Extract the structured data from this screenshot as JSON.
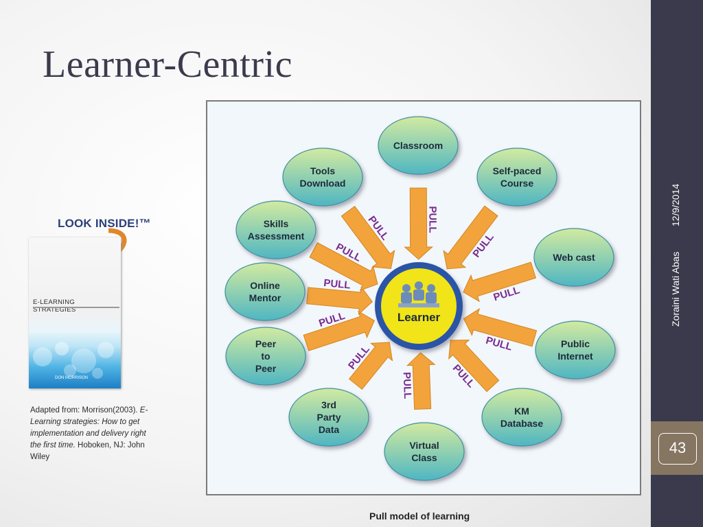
{
  "slide": {
    "title": "Learner-Centric",
    "date": "12/9/2014",
    "author": "Zoraini Wati Abas",
    "page_number": "43"
  },
  "book": {
    "look_inside": "LOOK INSIDE!™",
    "title": "E-LEARNING STRATEGIES",
    "author": "DON MORRISON"
  },
  "caption": {
    "prefix": "Adapted from: Morrison(2003). ",
    "italic": "E-Learning strategies: How to get implementation and delivery right the first time.",
    "suffix": " Hoboken, NJ: John Wiley"
  },
  "diagram": {
    "center_label": "Learner",
    "arrow_label": "PULL",
    "caption": "Pull model of learning",
    "nodes": [
      {
        "lines": [
          "Classroom"
        ]
      },
      {
        "lines": [
          "Self-paced",
          "Course"
        ]
      },
      {
        "lines": [
          "Web cast"
        ]
      },
      {
        "lines": [
          "Public",
          "Internet"
        ]
      },
      {
        "lines": [
          "KM",
          "Database"
        ]
      },
      {
        "lines": [
          "Virtual",
          "Class"
        ]
      },
      {
        "lines": [
          "3rd",
          "Party",
          "Data"
        ]
      },
      {
        "lines": [
          "Peer",
          "to",
          "Peer"
        ]
      },
      {
        "lines": [
          "Online",
          "Mentor"
        ]
      },
      {
        "lines": [
          "Skills",
          "Assessment"
        ]
      },
      {
        "lines": [
          "Tools",
          "Download"
        ]
      }
    ],
    "colors": {
      "node_fill_top": "#d2eaa0",
      "node_fill_bottom": "#4fb6c2",
      "arrow": "#f3a33c",
      "center_ring": "#2a55a6",
      "center_fill": "#f1e418",
      "pull_text": "#7a2b8f"
    }
  }
}
